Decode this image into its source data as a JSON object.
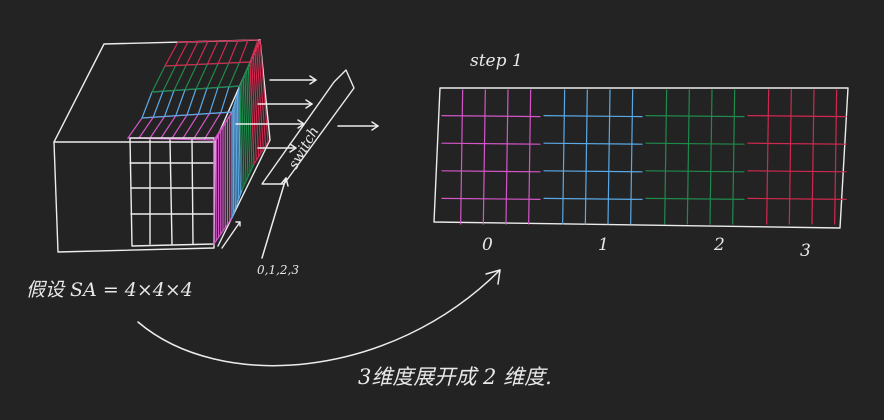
{
  "step_label": "step 1",
  "switch_label": "switch",
  "switch_indices": "0,1,2,3",
  "assumption_text": "假设 SA = 4×4×4",
  "caption": "3维度展开成 2 维度.",
  "column_labels": [
    "0",
    "1",
    "2",
    "3"
  ],
  "colors": {
    "background": "#232323",
    "ink": "#ececec",
    "slice_0": "#d455c8",
    "slice_1": "#5aa9e6",
    "slice_2": "#1f8a4c",
    "slice_3": "#d1284f"
  },
  "grid": {
    "columns_per_block": 4,
    "rows": 4,
    "block_order": [
      "slice_0",
      "slice_1",
      "slice_2",
      "slice_3"
    ]
  }
}
